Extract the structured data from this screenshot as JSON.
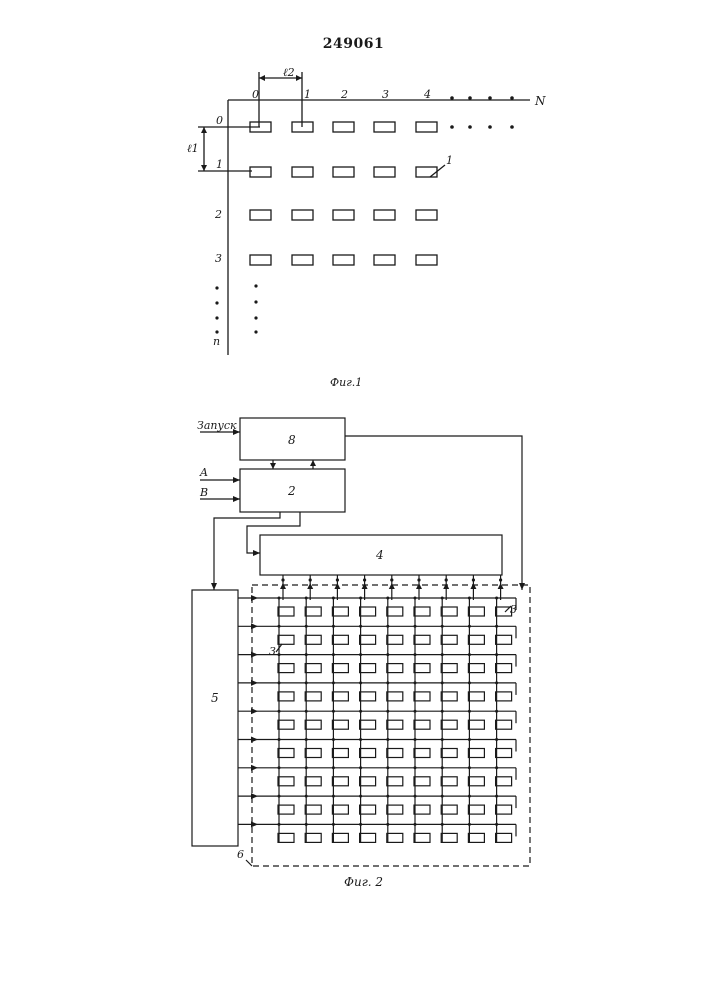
{
  "patent_number": "249061",
  "fig1": {
    "caption": "Фиг.1",
    "axis_x_label": "N",
    "axis_x_ticks": [
      "0",
      "1",
      "2",
      "3",
      "4"
    ],
    "axis_y_ticks": [
      "0",
      "1",
      "2",
      "3"
    ],
    "axis_y_end": "n",
    "dim_horizontal": "ℓ2",
    "dim_vertical": "ℓ1",
    "element_callout": "1"
  },
  "fig2": {
    "caption": "Фиг. 2",
    "input_start": "Запуск",
    "input_a": "A",
    "input_b": "B",
    "block_8": "8",
    "block_2": "2",
    "block_4": "4",
    "block_5": "5",
    "matrix_label": "6",
    "cell_label_right": "3",
    "cell_label_left": "3"
  }
}
